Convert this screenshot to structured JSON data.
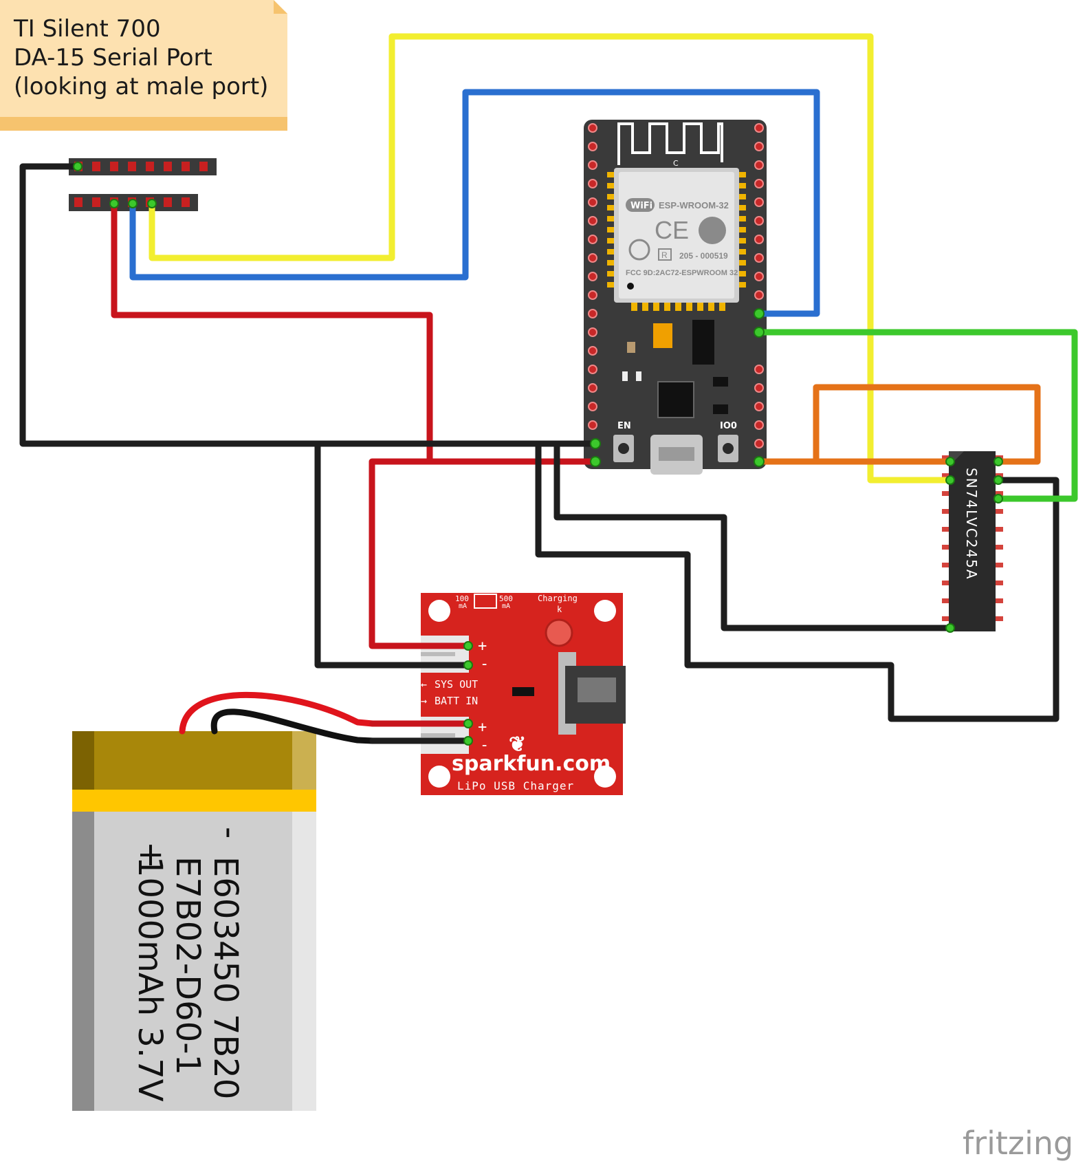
{
  "note": {
    "lines": [
      "TI Silent 700",
      "DA-15 Serial Port",
      "(looking at male port)"
    ]
  },
  "esp32": {
    "module_name": "ESP-WROOM-32",
    "wifi_badge": "WiFi",
    "ce_mark": "CE",
    "r_mark": "R",
    "cert_number": "205 - 000519",
    "fcc_id": "FCC 9D:2AC72-ESPWROOM 32",
    "antenna_mark": "C",
    "en_label": "EN",
    "io0_label": "IO0"
  },
  "buffer_chip": {
    "part_number": "SN74LVC245A"
  },
  "charger": {
    "brand": "sparkfun.com",
    "product": "LiPo USB Charger",
    "current_low": "100",
    "current_high": "500",
    "current_unit": "mA",
    "charging_label": "Charging",
    "sys_out_label": "SYS OUT",
    "batt_in_label": "BATT IN",
    "plus": "+",
    "minus": "-",
    "led_mark": "k"
  },
  "battery": {
    "plus": "+",
    "minus": "-",
    "line1": "E603450 7B20",
    "line2": "E7B02-D60-1",
    "line3": "1000mAh 3.7V"
  },
  "footer": {
    "logo": "fritzing"
  },
  "colors": {
    "wire_yellow": "#f2ee30",
    "wire_blue": "#2a6fd0",
    "wire_red": "#c8141c",
    "wire_black": "#1e1e1e",
    "wire_green": "#3cc82c",
    "wire_orange": "#e57218",
    "note_bg": "#fde1b0",
    "pcb_red": "#d6231e",
    "esp_board": "#3a3a3a"
  }
}
